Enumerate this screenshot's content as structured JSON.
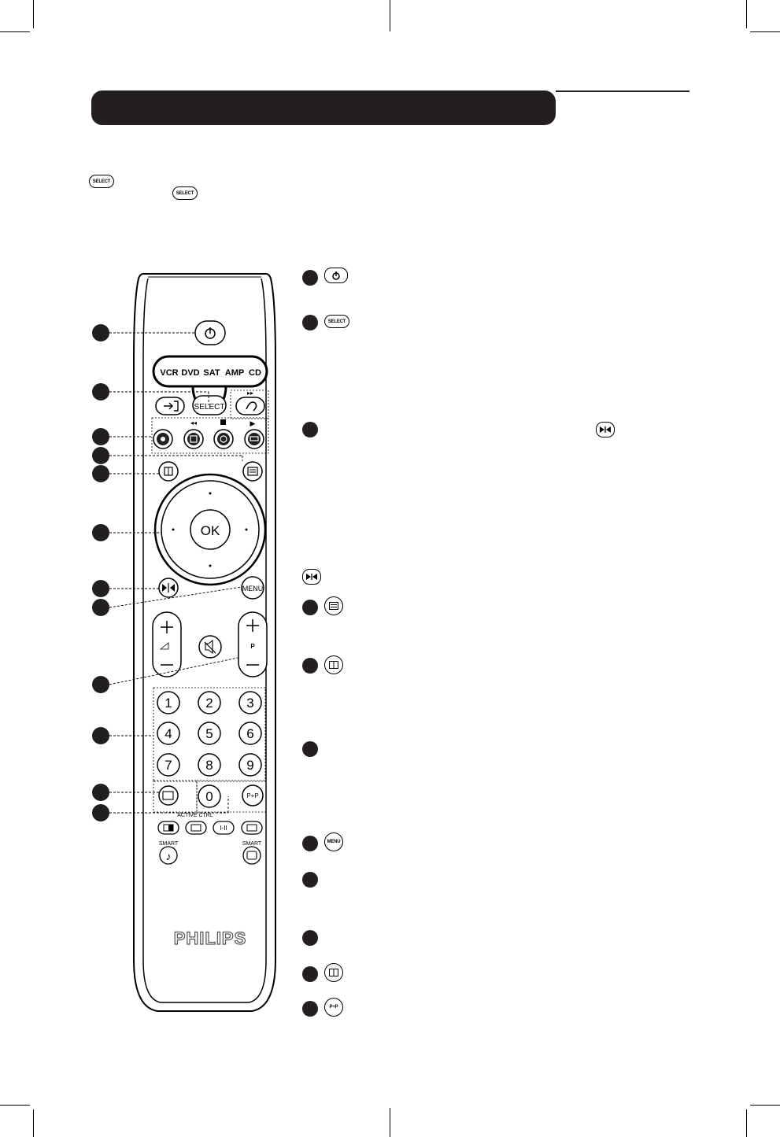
{
  "brand": "PHILIPS",
  "ok_label": "OK",
  "select_label": "SELECT",
  "menu_label": "MENU",
  "source_labels": [
    "VCR",
    "DVD",
    "SAT",
    "AMP",
    "CD"
  ],
  "digits": [
    "1",
    "2",
    "3",
    "4",
    "5",
    "6",
    "7",
    "8",
    "9",
    "0"
  ],
  "active_ctrl_label": "ACTIVE CTRL",
  "smart_label": "SMART",
  "pip_label": "P+P",
  "program_label": "P",
  "dual_label": "I-II",
  "intro_icons": [
    "select-icon",
    "select-icon"
  ],
  "legend_icons": [
    "power-icon",
    "select-icon",
    "split-icon",
    "split-icon",
    "teletext-icon",
    "info-icon",
    "menu-icon",
    "info-plus-icon",
    "pip-icon"
  ],
  "colors": {
    "dark": "#231f20"
  }
}
